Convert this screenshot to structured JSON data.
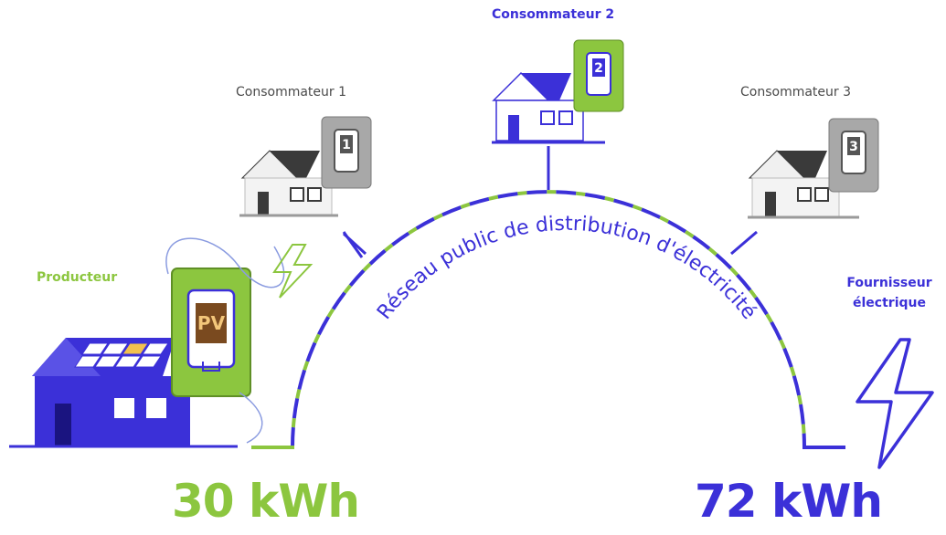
{
  "labels": {
    "consumer1": "Consommateur 1",
    "consumer2": "Consommateur 2",
    "consumer3": "Consommateur 3",
    "producer": "Producteur",
    "supplier_line1": "Fournisseur",
    "supplier_line2": "électrique",
    "network": "Réseau public de distribution d'électricité"
  },
  "meters": {
    "consumer1": "1",
    "consumer2": "2",
    "consumer3": "3",
    "producer": "PV"
  },
  "energy": {
    "produced": "30 kWh",
    "supplied": "72 kWh"
  },
  "colors": {
    "green": "#8cc63f",
    "blue": "#3b30d8",
    "gray": "#8a8a8a",
    "dark": "#3a3a3a"
  },
  "icons": [
    "house-icon",
    "solar-panel-icon",
    "meter-icon",
    "lightning-icon"
  ]
}
